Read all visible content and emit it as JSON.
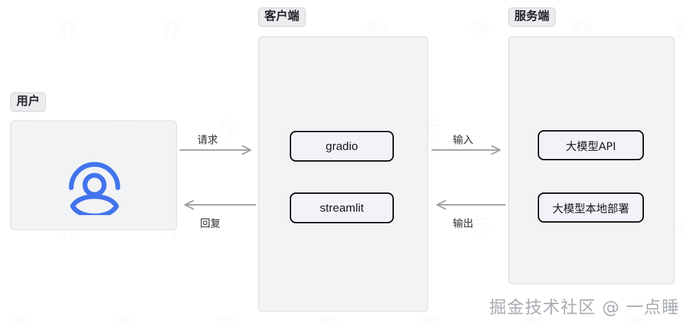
{
  "background": {
    "color": "#ffffff",
    "watermark_glyph": "乔",
    "credit": "掘金技术社区 @ 一点睡"
  },
  "groups": [
    {
      "id": "user",
      "label": "用户",
      "box_color": "#f2f3f5",
      "border_color": "#d8dade"
    },
    {
      "id": "client",
      "label": "客户端",
      "box_color": "#f2f3f5",
      "border_color": "#d8dade"
    },
    {
      "id": "server",
      "label": "服务端",
      "box_color": "#f2f3f5",
      "border_color": "#d8dade"
    }
  ],
  "nodes": {
    "user_avatar_icon": "user-avatar-icon",
    "avatar_color": "#4274ec",
    "gradio": "gradio",
    "streamlit": "streamlit",
    "llm_api": "大模型API",
    "llm_local": "大模型本地部署"
  },
  "arrows": [
    {
      "id": "request",
      "label": "请求",
      "direction": "right",
      "from": "user",
      "to": "client"
    },
    {
      "id": "reply",
      "label": "回复",
      "direction": "left",
      "from": "client",
      "to": "user"
    },
    {
      "id": "input",
      "label": "输入",
      "direction": "right",
      "from": "client",
      "to": "server"
    },
    {
      "id": "output",
      "label": "输出",
      "direction": "left",
      "from": "server",
      "to": "client"
    }
  ],
  "colors": {
    "node_fill": "#f1f3f8",
    "node_border": "#0a0a0a",
    "arrow": "#9e9e9e",
    "text": "#16181d",
    "chip_fill": "#ebecee"
  }
}
